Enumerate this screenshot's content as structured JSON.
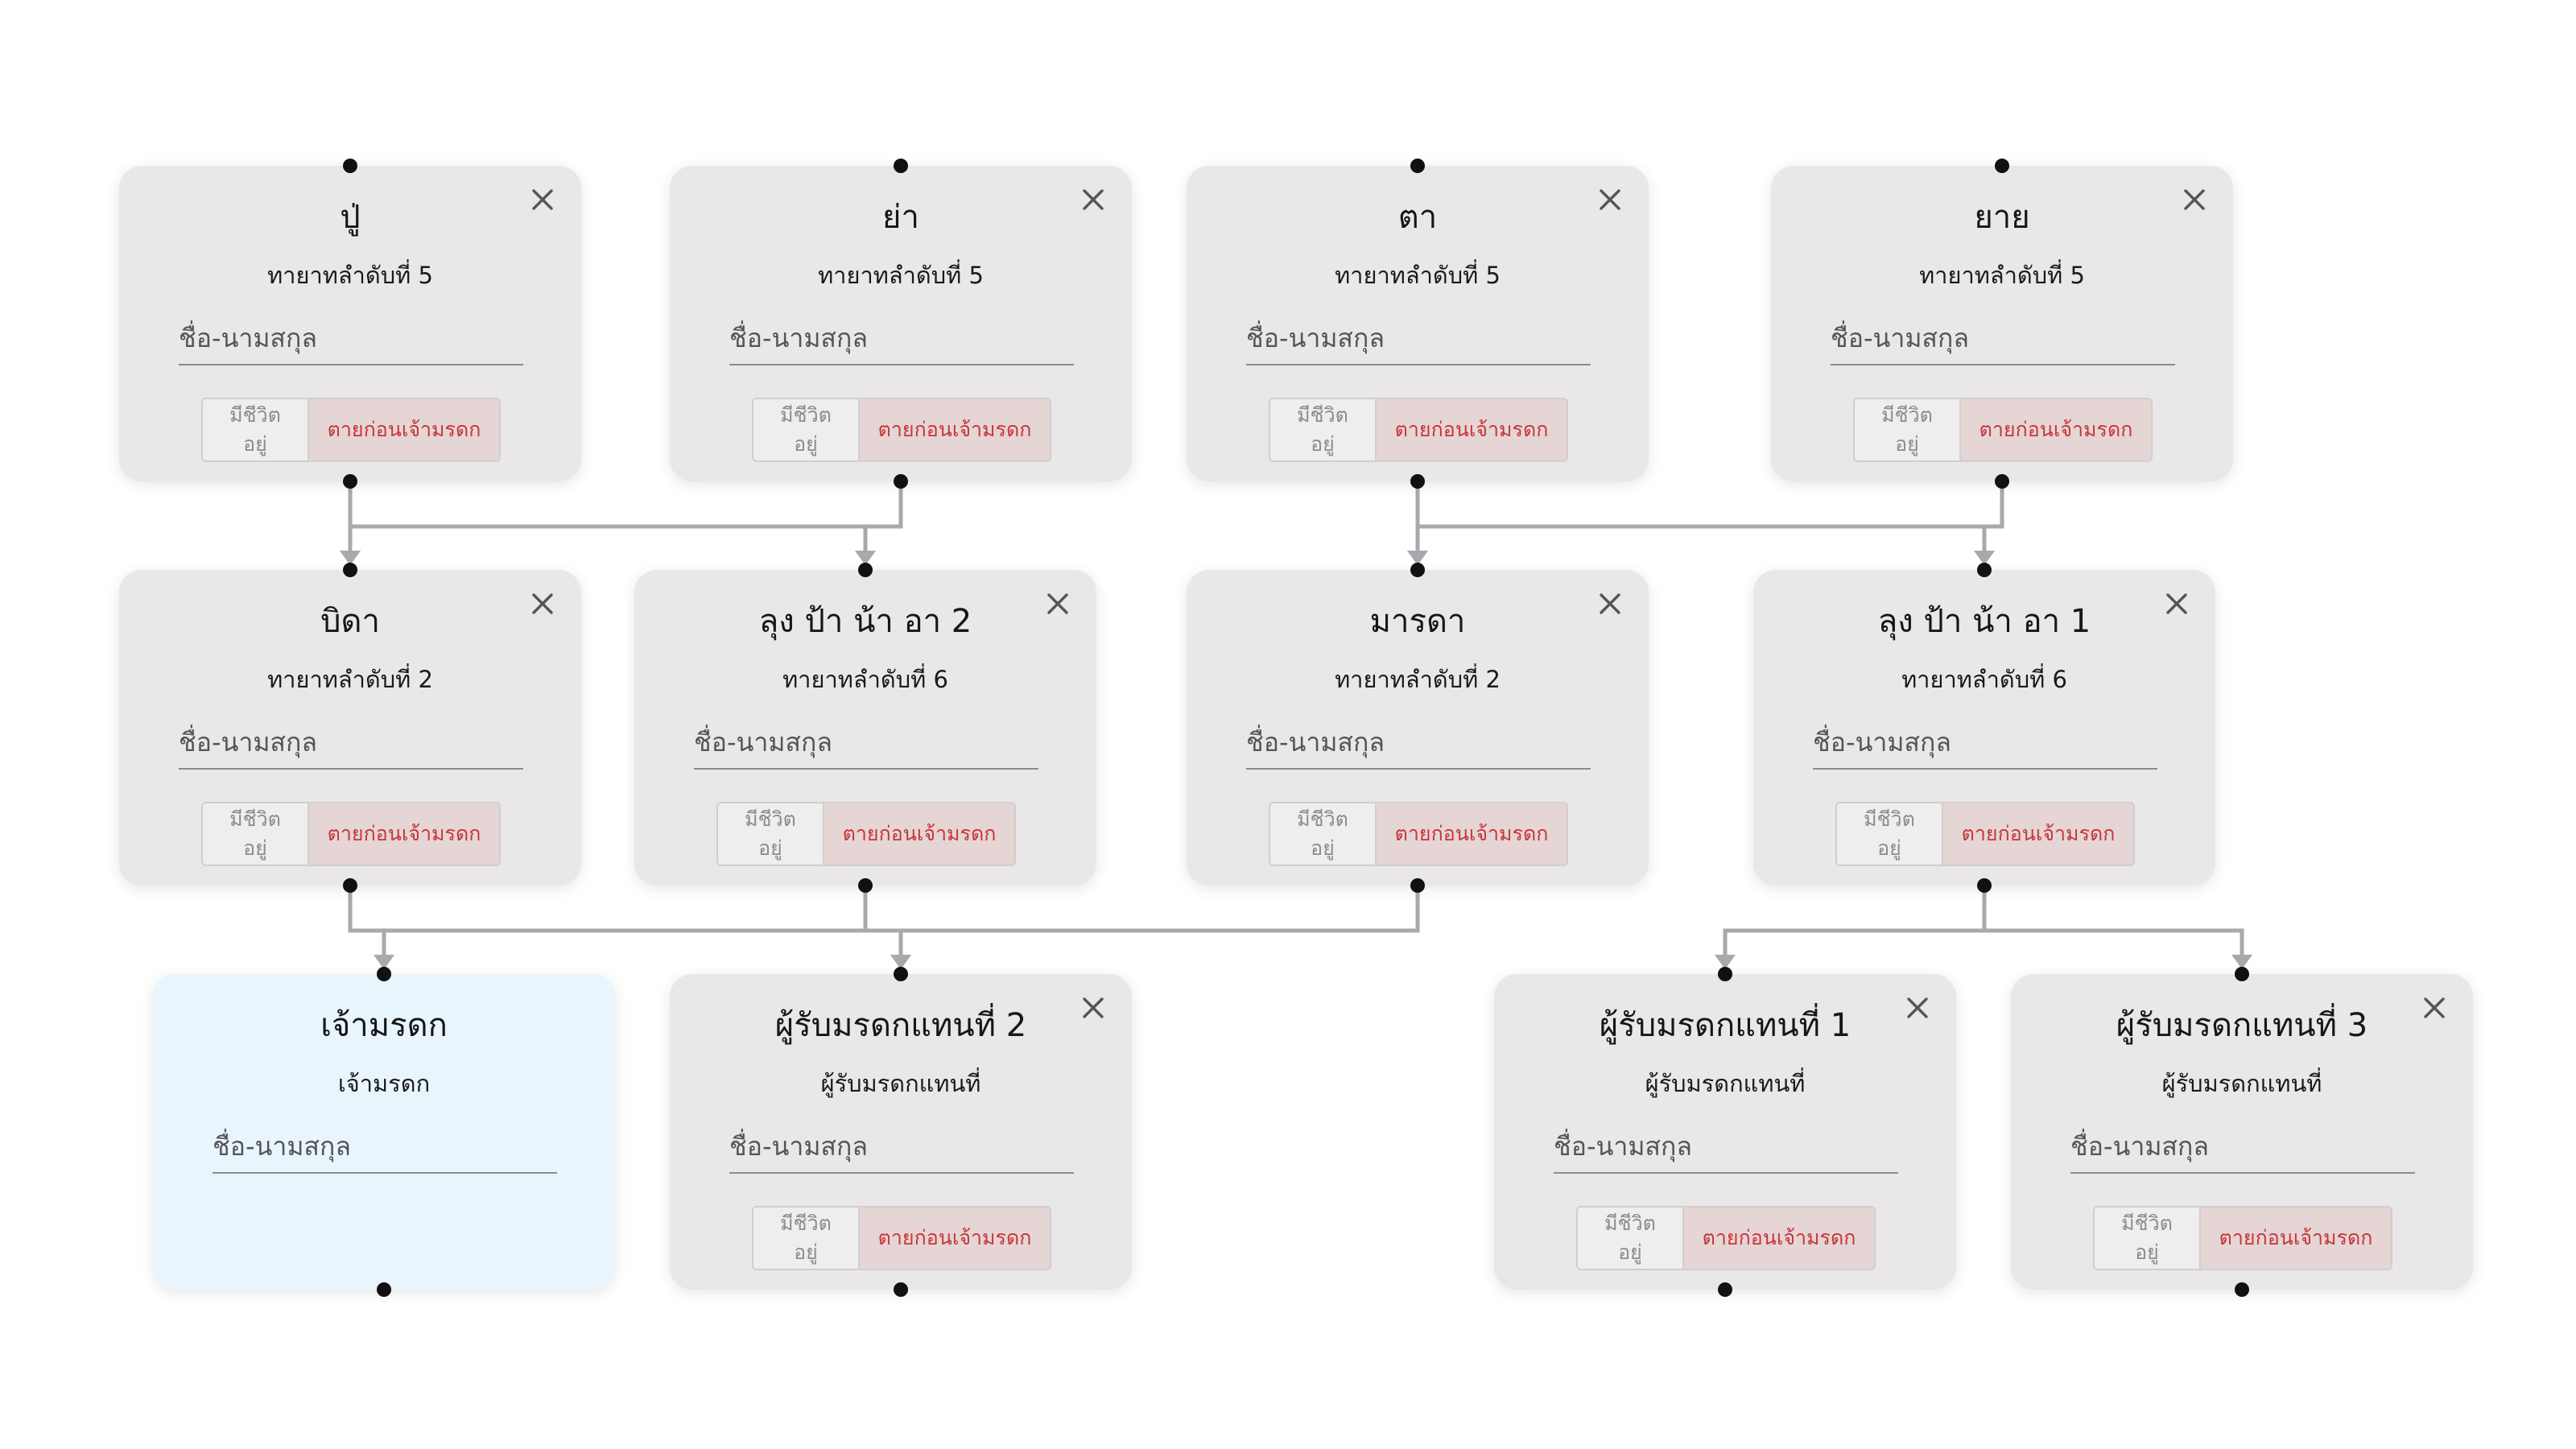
{
  "placeholder": "ชื่อ-นามสกุล",
  "status_alive": "มีชีวิต\nอยู่",
  "status_dead": "ตายก่อนเจ้ามรดก",
  "colors": {
    "card_bg": "#e9e7e8",
    "owner_bg": "#e9f5fd",
    "edge": "#a9a9ad",
    "handle": "#111111",
    "dead_text": "#c8363a",
    "dead_bg": "#e5d5d5"
  },
  "nodes": [
    {
      "id": "grandpa-paternal",
      "title": "ปู่",
      "subtitle": "ทายาทลำดับที่ 5"
    },
    {
      "id": "grandma-paternal",
      "title": "ย่า",
      "subtitle": "ทายาทลำดับที่ 5"
    },
    {
      "id": "grandpa-maternal",
      "title": "ตา",
      "subtitle": "ทายาทลำดับที่ 5"
    },
    {
      "id": "grandma-maternal",
      "title": "ยาย",
      "subtitle": "ทายาทลำดับที่ 5"
    },
    {
      "id": "father",
      "title": "บิดา",
      "subtitle": "ทายาทลำดับที่ 2"
    },
    {
      "id": "uncle-aunt-2",
      "title": "ลุง ป้า น้า อา 2",
      "subtitle": "ทายาทลำดับที่ 6"
    },
    {
      "id": "mother",
      "title": "มารดา",
      "subtitle": "ทายาทลำดับที่ 2"
    },
    {
      "id": "uncle-aunt-1",
      "title": "ลุง ป้า น้า อา 1",
      "subtitle": "ทายาทลำดับที่ 6"
    },
    {
      "id": "estate-owner",
      "title": "เจ้ามรดก",
      "subtitle": "เจ้ามรดก",
      "owner": true
    },
    {
      "id": "substitute-heir-2",
      "title": "ผู้รับมรดกแทนที่ 2",
      "subtitle": "ผู้รับมรดกแทนที่"
    },
    {
      "id": "substitute-heir-1",
      "title": "ผู้รับมรดกแทนที่ 1",
      "subtitle": "ผู้รับมรดกแทนที่"
    },
    {
      "id": "substitute-heir-3",
      "title": "ผู้รับมรดกแทนที่ 3",
      "subtitle": "ผู้รับมรดกแทนที่"
    }
  ],
  "edges": [
    {
      "from": "grandpa-paternal",
      "to": "father"
    },
    {
      "from": "grandma-paternal",
      "to": "father"
    },
    {
      "from": "grandpa-paternal",
      "to": "uncle-aunt-2"
    },
    {
      "from": "grandma-paternal",
      "to": "uncle-aunt-2"
    },
    {
      "from": "grandpa-maternal",
      "to": "mother"
    },
    {
      "from": "grandma-maternal",
      "to": "mother"
    },
    {
      "from": "grandpa-maternal",
      "to": "uncle-aunt-1"
    },
    {
      "from": "grandma-maternal",
      "to": "uncle-aunt-1"
    },
    {
      "from": "father",
      "to": "estate-owner"
    },
    {
      "from": "mother",
      "to": "estate-owner"
    },
    {
      "from": "father",
      "to": "substitute-heir-2"
    },
    {
      "from": "uncle-aunt-2",
      "to": "substitute-heir-2"
    },
    {
      "from": "mother",
      "to": "substitute-heir-2"
    },
    {
      "from": "uncle-aunt-1",
      "to": "substitute-heir-1"
    },
    {
      "from": "uncle-aunt-1",
      "to": "substitute-heir-3"
    }
  ]
}
